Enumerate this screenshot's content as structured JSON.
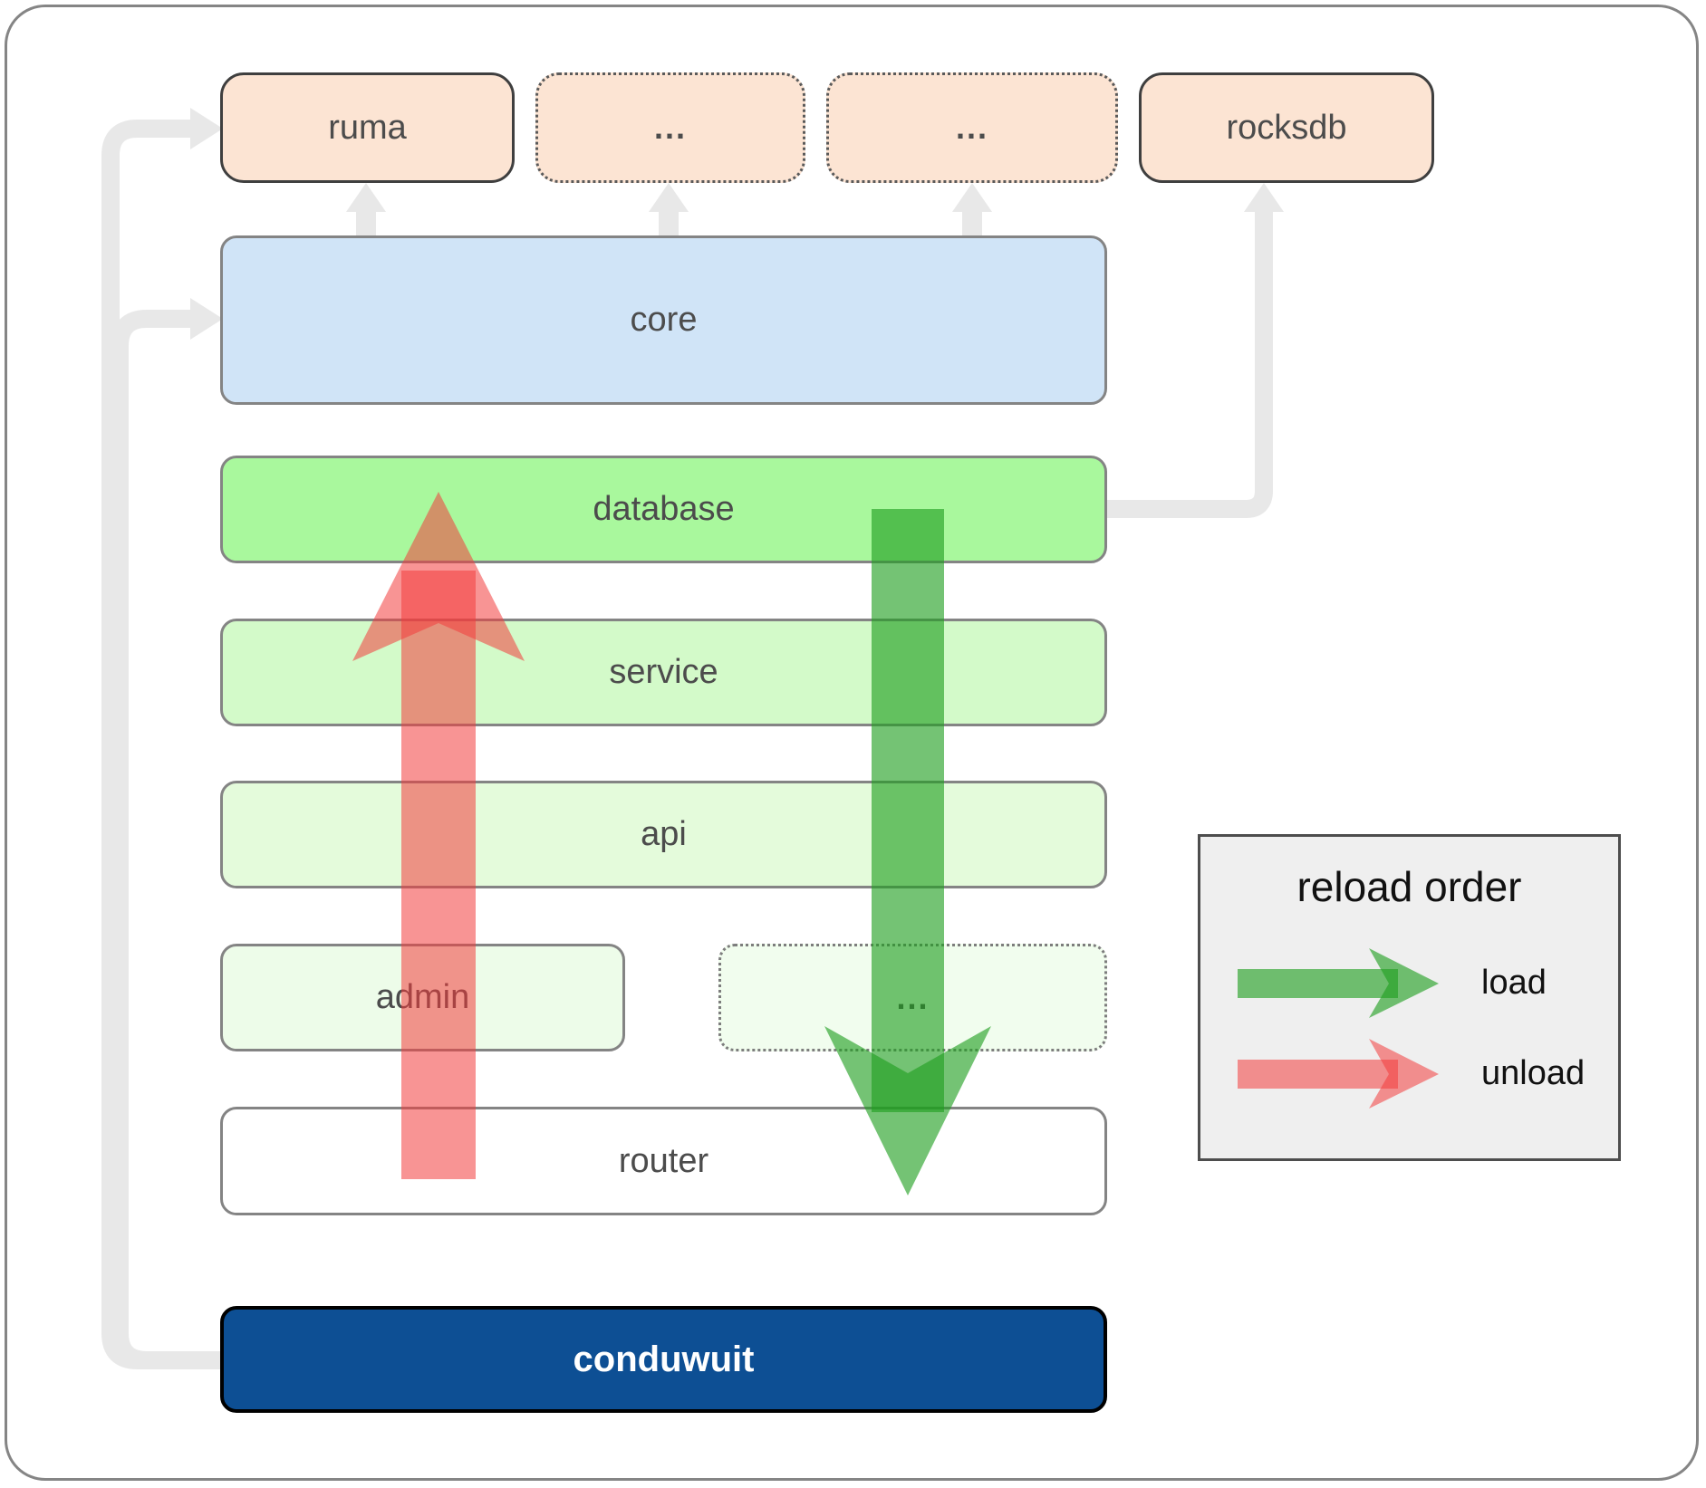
{
  "modules": {
    "ruma": {
      "label": "ruma"
    },
    "crates_more_a": {
      "label": "..."
    },
    "crates_more_b": {
      "label": "..."
    },
    "rocksdb": {
      "label": "rocksdb"
    },
    "core": {
      "label": "core"
    },
    "database": {
      "label": "database"
    },
    "service": {
      "label": "service"
    },
    "api": {
      "label": "api"
    },
    "admin": {
      "label": "admin"
    },
    "services_more": {
      "label": "..."
    },
    "router": {
      "label": "router"
    },
    "conduwuit": {
      "label": "conduwuit"
    }
  },
  "legend": {
    "title": "reload order",
    "load_label": "load",
    "unload_label": "unload"
  },
  "colors": {
    "load_arrow_green": "#1f9e1f",
    "unload_arrow_red": "#f23c3c",
    "connector_gray": "#e8e8e8",
    "crate_fill_peach": "#fce4d3",
    "core_fill_blue": "#d0e4f7",
    "database_fill_green": "#a9f89d",
    "service_fill_green": "#d3fac9",
    "api_fill_green": "#e4fbdb",
    "admin_fill_green": "#edfce9",
    "more_fill_green": "#f1fdee",
    "router_fill_white": "#ffffff",
    "conduwuit_fill_blue": "#0d4f94",
    "conduwuit_text": "#ffffff",
    "label_text": "#4c4c4c",
    "legend_bg": "#efefef"
  }
}
